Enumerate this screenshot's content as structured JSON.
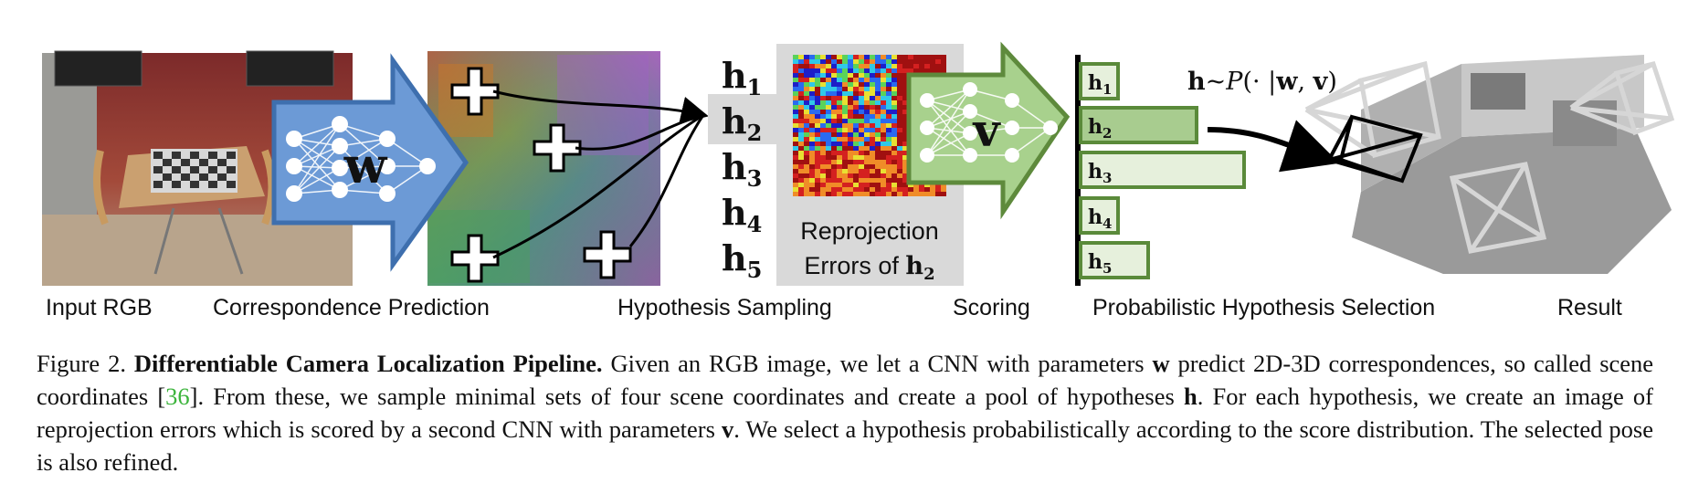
{
  "stage_labels": {
    "input": "Input RGB",
    "correspondence": "Correspondence Prediction",
    "sampling": "Hypothesis Sampling",
    "scoring": "Scoring",
    "selection": "Probabilistic Hypothesis Selection",
    "result": "Result"
  },
  "network_labels": {
    "w": "w",
    "v": "v"
  },
  "hypotheses": [
    {
      "base": "h",
      "sub": "1"
    },
    {
      "base": "h",
      "sub": "2"
    },
    {
      "base": "h",
      "sub": "3"
    },
    {
      "base": "h",
      "sub": "4"
    },
    {
      "base": "h",
      "sub": "5"
    }
  ],
  "reprojection_caption": {
    "line1": "Reprojection",
    "line2_prefix": "Errors of ",
    "line2_var": "h",
    "line2_sub": "2"
  },
  "scores": [
    {
      "label": "h",
      "sub": "1",
      "value": 0.18
    },
    {
      "label": "h",
      "sub": "2",
      "value": 0.55
    },
    {
      "label": "h",
      "sub": "3",
      "value": 0.78
    },
    {
      "label": "h",
      "sub": "4",
      "value": 0.18
    },
    {
      "label": "h",
      "sub": "5",
      "value": 0.32
    }
  ],
  "selection_formula": {
    "lhs": "h",
    "op": "~",
    "p": "P",
    "args": "(· |",
    "w": "w",
    "comma": ", ",
    "v": "v",
    "close": ")"
  },
  "caption": {
    "label": "Figure 2.",
    "title": "Differentiable Camera Localization Pipeline.",
    "p1": "Given an RGB image, we let a CNN with parameters",
    "w": "w",
    "p2": "predict 2D-3D correspondences, so called scene coordinates [",
    "cite": "36",
    "p3": "]. From these, we sample minimal sets of four scene coordinates and create a pool of hypotheses",
    "h": "h",
    "p4": ". For each hypothesis, we create an image of reprojection errors which is scored by a second CNN with parameters",
    "v": "v",
    "p5": ". We select a hypothesis probabilistically according to the score distribution. The selected pose is also refined."
  },
  "colors": {
    "arrow_blue": "#6c9ad6",
    "arrow_blue_edge": "#3e6fae",
    "arrow_green": "#a8d18d",
    "arrow_green_edge": "#5e8a3c",
    "bar_highlight": "#a8cc8f",
    "bar_light": "#e6f0dc",
    "bar_edge": "#5a8a3a",
    "citation": "#3cb43c"
  }
}
